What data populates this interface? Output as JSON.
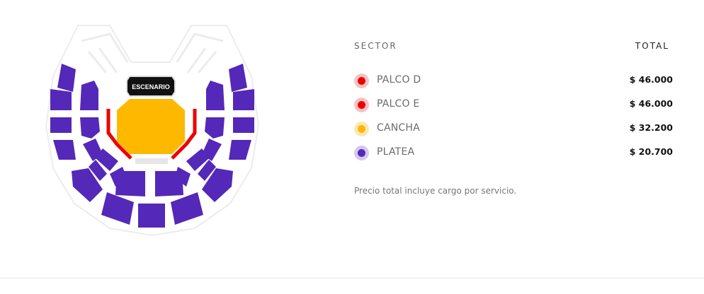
{
  "map": {
    "stage_label": "ESCENARIO",
    "colors": {
      "platea": "#5428b8",
      "cancha": "#ffb800",
      "palco": "#ee0000",
      "stage": "#111111",
      "corridor": "#e6e6e6",
      "outline": "#ececec"
    }
  },
  "table": {
    "sector_header": "SECTOR",
    "total_header": "TOTAL",
    "rows": [
      {
        "name": "PALCO D",
        "price": "$ 46.000",
        "color": "#ee0000",
        "ring": "#f6c3c3"
      },
      {
        "name": "PALCO E",
        "price": "$ 46.000",
        "color": "#ee0000",
        "ring": "#f6c3c3"
      },
      {
        "name": "CANCHA",
        "price": "$ 32.200",
        "color": "#ffb800",
        "ring": "#fde8b4"
      },
      {
        "name": "PLATEA",
        "price": "$ 20.700",
        "color": "#5428b8",
        "ring": "#d5c9ef"
      }
    ],
    "note": "Precio total incluye cargo por servicio."
  }
}
